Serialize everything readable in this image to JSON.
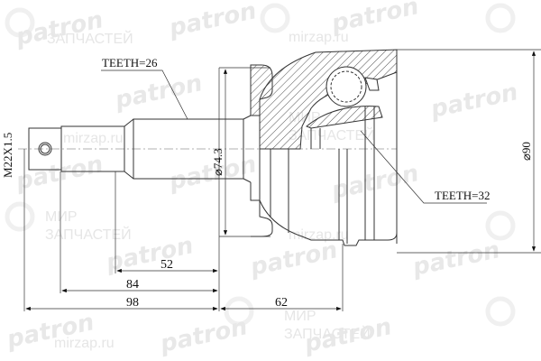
{
  "drawing": {
    "title": "CV joint technical drawing",
    "labels": {
      "teeth_outer": "TEETH=26",
      "teeth_inner": "TEETH=32",
      "thread": "M22X1.5",
      "diameter_boot": "⌀74.3",
      "diameter_housing": "⌀90"
    },
    "dimensions": {
      "d52": "52",
      "d84": "84",
      "d98": "98",
      "d62": "62"
    }
  },
  "watermarks": {
    "brand": "patron",
    "site": "mirzap.ru",
    "line1": "МИР",
    "line2": "ЗАПЧАСТЕЙ"
  },
  "colors": {
    "line": "#333333",
    "hatch": "#555555",
    "watermark": "#e6e6e6"
  }
}
